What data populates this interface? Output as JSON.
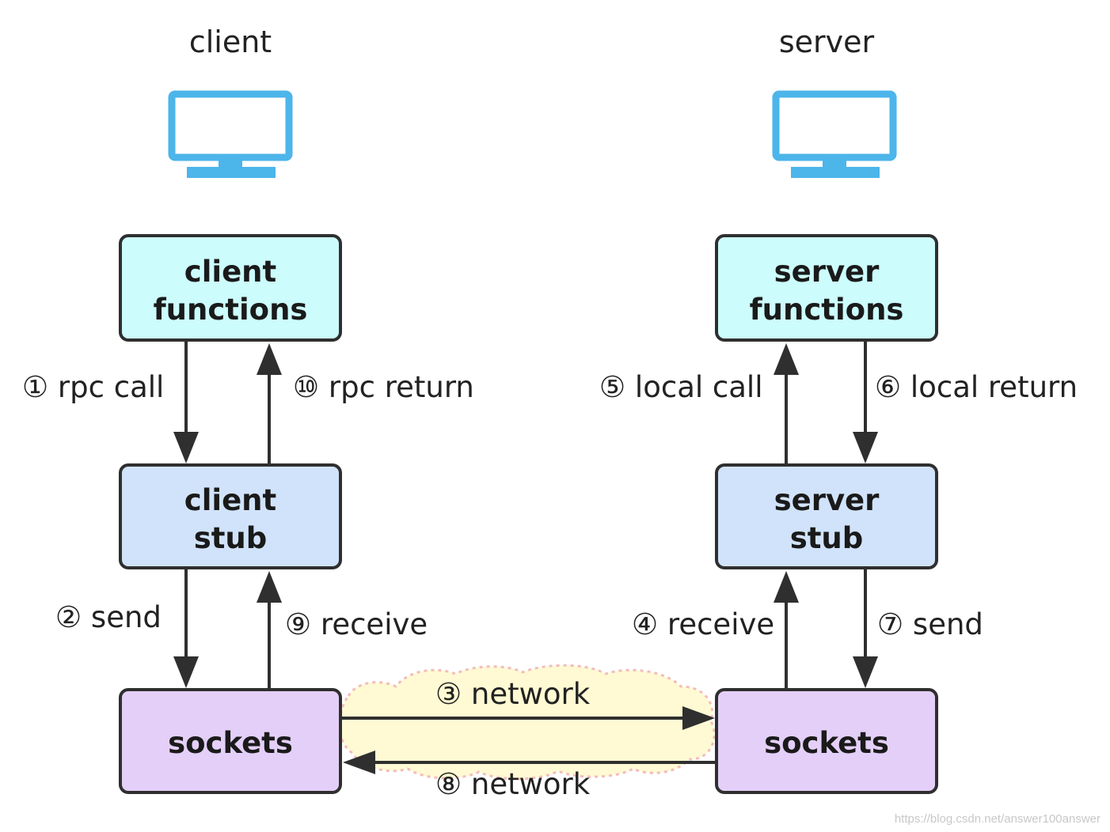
{
  "colors": {
    "monitor": "#4cb5ea",
    "functions_fill": "#ccfcfc",
    "stub_fill": "#d0e3fb",
    "sockets_fill": "#e4cff8",
    "network_fill": "#fffad3",
    "network_border": "#f4bcbc",
    "stroke": "#2f2f2f"
  },
  "client": {
    "heading": "client",
    "icon": "monitor-icon",
    "functions": {
      "line1": "client",
      "line2": "functions"
    },
    "stub": {
      "line1": "client",
      "line2": "stub"
    },
    "sockets": "sockets"
  },
  "server": {
    "heading": "server",
    "icon": "monitor-icon",
    "functions": {
      "line1": "server",
      "line2": "functions"
    },
    "stub": {
      "line1": "server",
      "line2": "stub"
    },
    "sockets": "sockets"
  },
  "steps": {
    "s1": "① rpc call",
    "s2": "② send",
    "s3": "③ network",
    "s4": "④ receive",
    "s5": "⑤ local call",
    "s6": "⑥ local return",
    "s7": "⑦ send",
    "s8": "⑧ network",
    "s9": "⑨ receive",
    "s10": "⑩ rpc return"
  },
  "watermark": "https://blog.csdn.net/answer100answer"
}
